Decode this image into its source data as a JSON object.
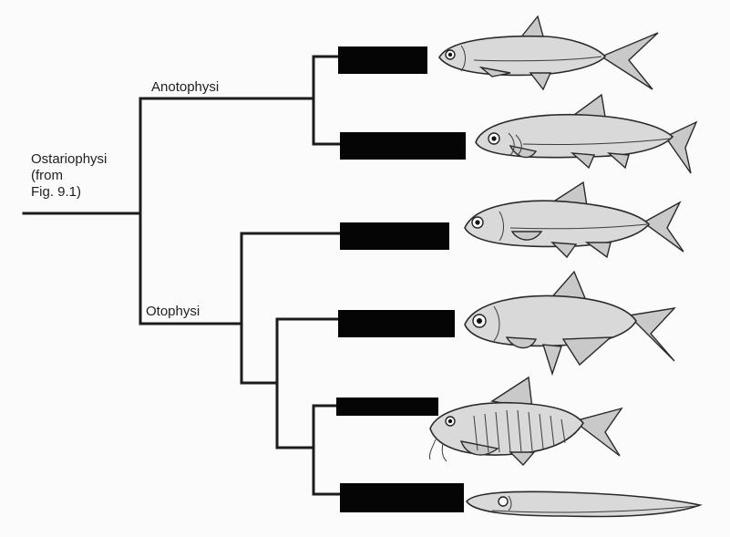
{
  "diagram": {
    "root_label": [
      "Ostariophysi",
      "(from",
      "Fig. 9.1)"
    ],
    "clades": {
      "anotophysi": "Anotophysi",
      "otophysi": "Otophysi"
    },
    "hidden_labels": 6,
    "icons": [
      "milkfish-icon",
      "loach-like-fish-icon",
      "minnow-icon",
      "characin-icon",
      "armored-catfish-icon",
      "knifefish-eel-icon"
    ]
  }
}
